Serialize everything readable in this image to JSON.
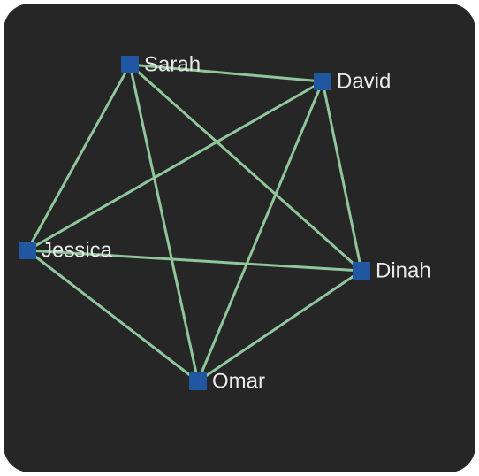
{
  "graph": {
    "background_color": "#262626",
    "edge_color": "#8fc69a",
    "node_color": "#2156a0",
    "label_color": "#e9e9e9",
    "nodes": [
      {
        "id": "sarah",
        "label": "Sarah"
      },
      {
        "id": "david",
        "label": "David"
      },
      {
        "id": "jessica",
        "label": "Jessica"
      },
      {
        "id": "dinah",
        "label": "Dinah"
      },
      {
        "id": "omar",
        "label": "Omar"
      }
    ],
    "edges": [
      [
        "sarah",
        "david"
      ],
      [
        "sarah",
        "jessica"
      ],
      [
        "sarah",
        "dinah"
      ],
      [
        "sarah",
        "omar"
      ],
      [
        "david",
        "jessica"
      ],
      [
        "david",
        "dinah"
      ],
      [
        "david",
        "omar"
      ],
      [
        "jessica",
        "dinah"
      ],
      [
        "jessica",
        "omar"
      ],
      [
        "dinah",
        "omar"
      ]
    ]
  }
}
